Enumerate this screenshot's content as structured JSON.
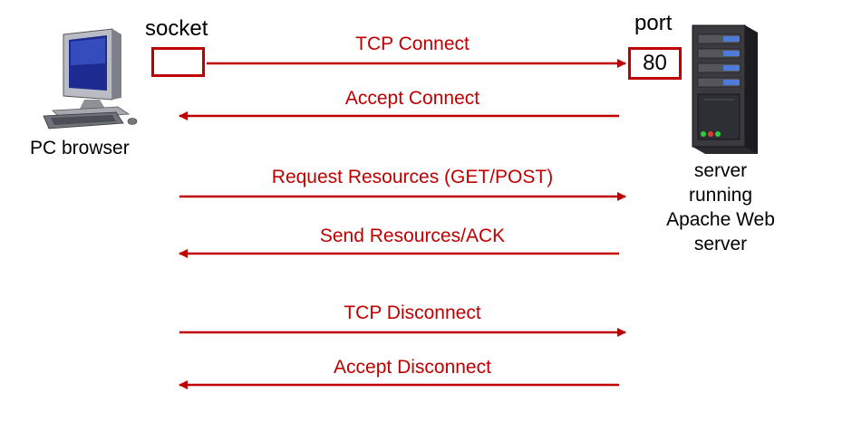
{
  "client": {
    "label": "PC browser",
    "socket_label": "socket"
  },
  "server": {
    "port_label": "port",
    "port_number": "80",
    "label_lines": [
      "server",
      "running",
      "Apache Web",
      "server"
    ]
  },
  "messages": [
    {
      "text": "TCP Connect",
      "direction": "right"
    },
    {
      "text": "Accept Connect",
      "direction": "left"
    },
    {
      "text": "Request Resources (GET/POST)",
      "direction": "right"
    },
    {
      "text": "Send Resources/ACK",
      "direction": "left"
    },
    {
      "text": "TCP Disconnect",
      "direction": "right"
    },
    {
      "text": "Accept Disconnect",
      "direction": "left"
    }
  ],
  "colors": {
    "arrow": "#c00000",
    "text": "#000000"
  }
}
